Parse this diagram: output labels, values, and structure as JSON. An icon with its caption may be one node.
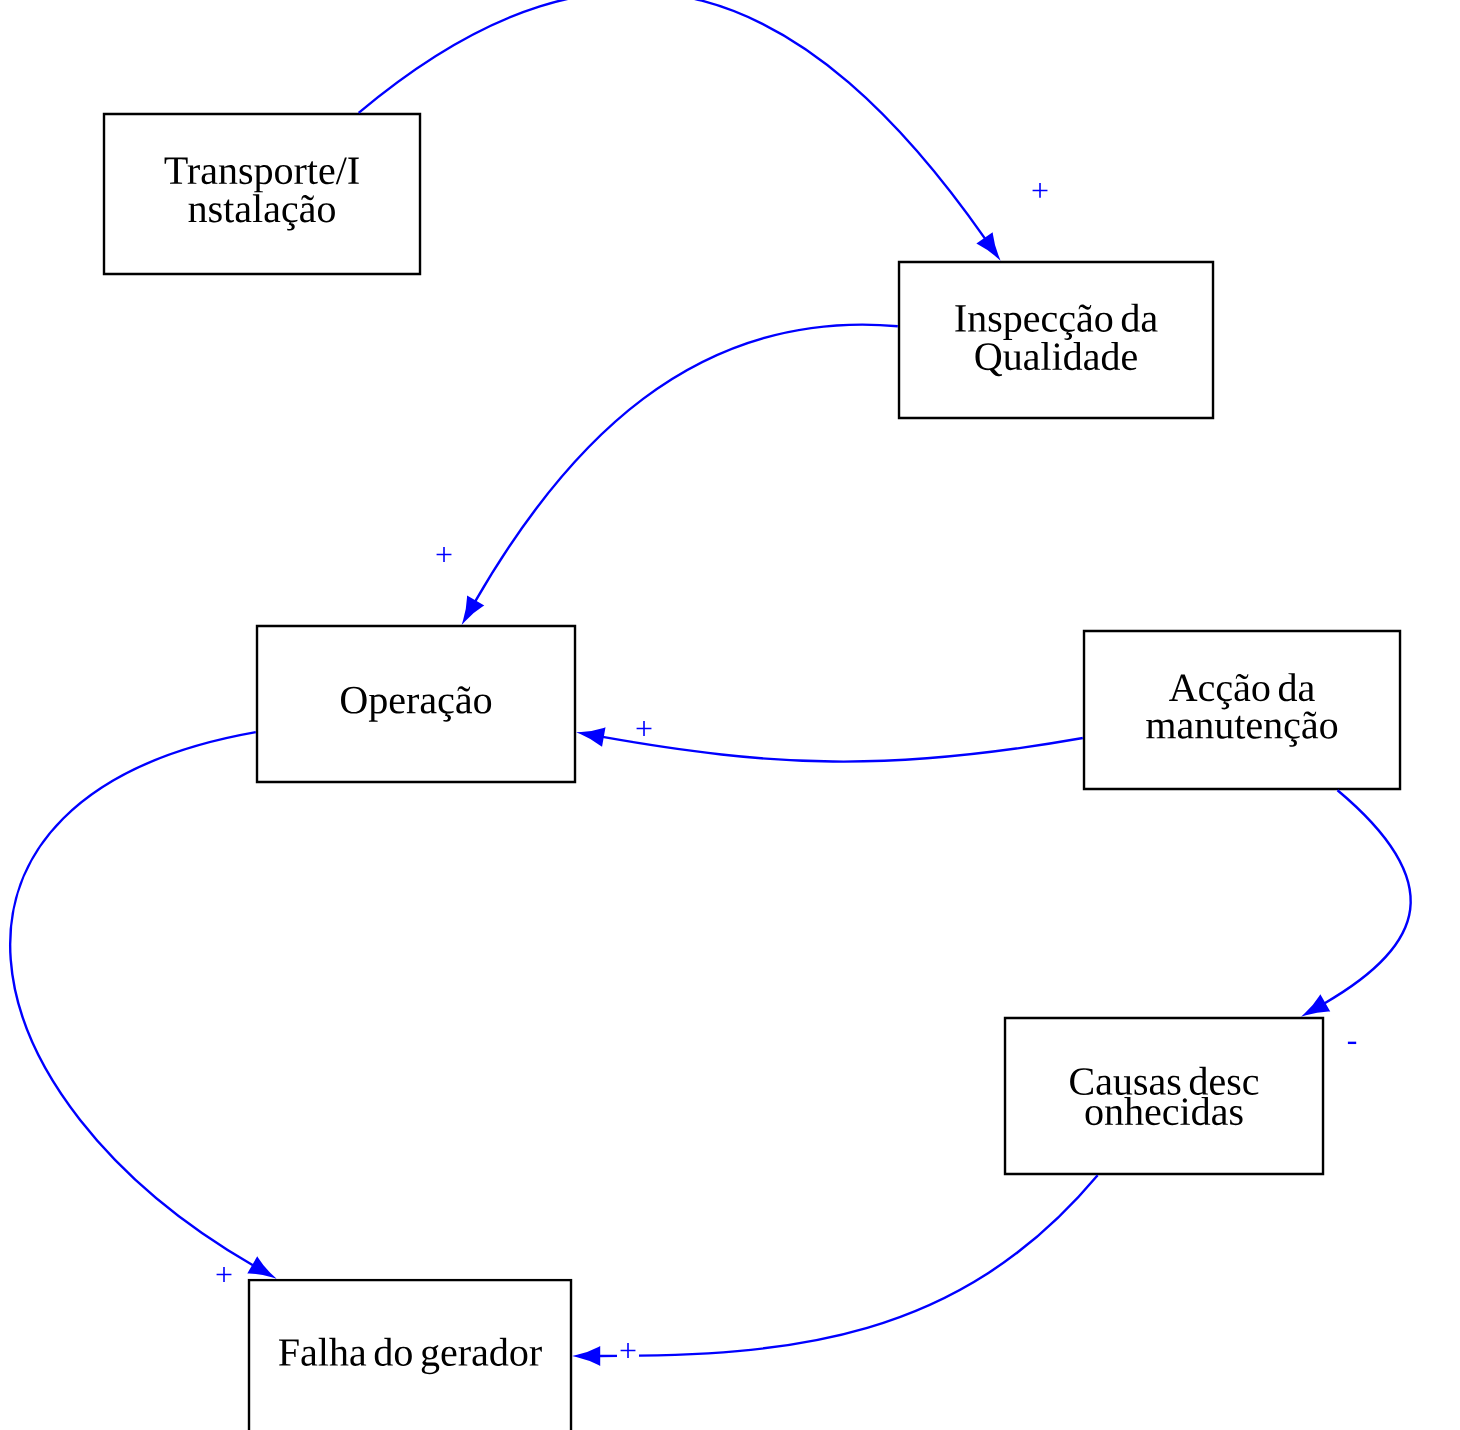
{
  "diagram": {
    "nodes": [
      {
        "text": [
          "Transporte/I nstalação"
        ]
      },
      {
        "text": [
          "Inspecção da Qualidade"
        ]
      },
      {
        "text": [
          "Operação"
        ]
      },
      {
        "text": [
          "Acção da manutenção"
        ]
      },
      {
        "text": [
          "Causas desc onhecidas"
        ]
      },
      {
        "text": [
          "Falha do gerador"
        ]
      }
    ],
    "edges": [
      {
        "from": 0,
        "to": 1,
        "arrow": "to",
        "label": "+"
      },
      {
        "from": 1,
        "to": 2,
        "arrow": "to",
        "label": "+"
      },
      {
        "from": 3,
        "to": 2,
        "arrow": "to",
        "label": "+"
      },
      {
        "from": 3,
        "to": 4,
        "arrow": "to",
        "label": "-"
      },
      {
        "from": 2,
        "to": 5,
        "arrow": "to",
        "label": "+"
      },
      {
        "from": 4,
        "to": 5,
        "arrow": "to",
        "label": "+"
      }
    ]
  }
}
